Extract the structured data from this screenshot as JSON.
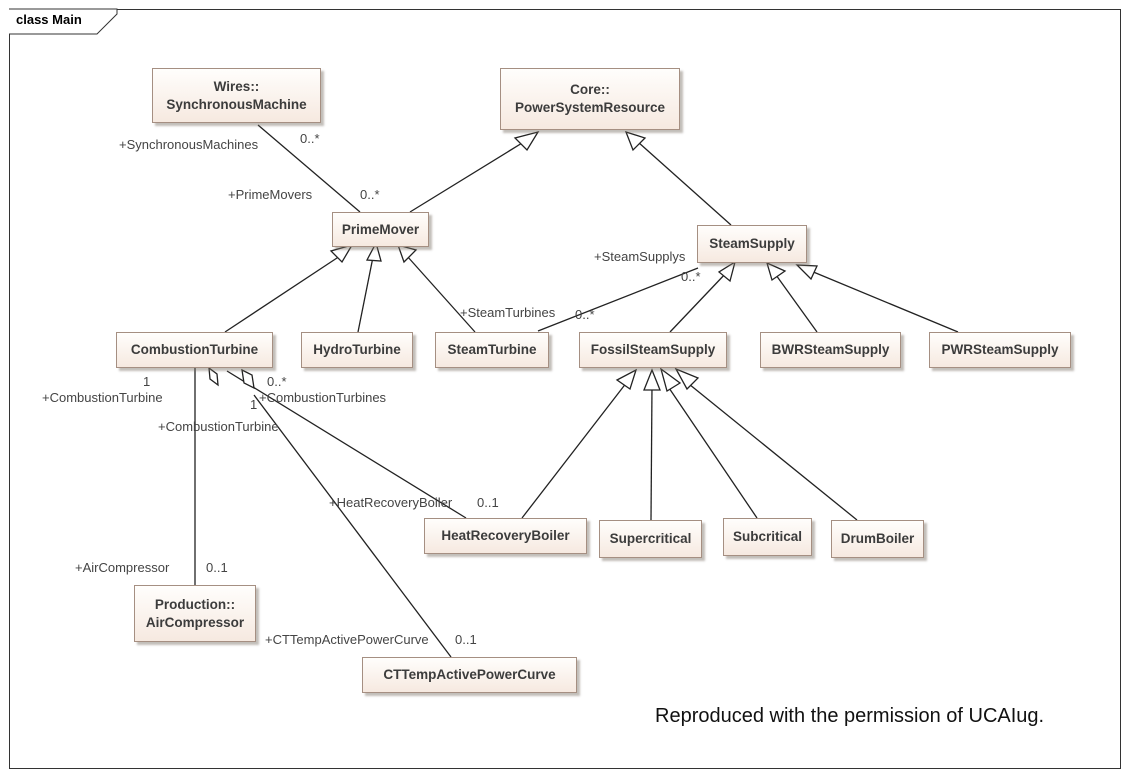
{
  "frame": {
    "title": "class Main"
  },
  "classes": {
    "sync_machine": {
      "line1": "Wires::",
      "line2": "SynchronousMachine"
    },
    "power_system_resource": {
      "line1": "Core::",
      "line2": "PowerSystemResource"
    },
    "prime_mover": "PrimeMover",
    "steam_supply": "SteamSupply",
    "combustion_turbine": "CombustionTurbine",
    "hydro_turbine": "HydroTurbine",
    "steam_turbine": "SteamTurbine",
    "fossil_steam_supply": "FossilSteamSupply",
    "bwr_steam_supply": "BWRSteamSupply",
    "pwr_steam_supply": "PWRSteamSupply",
    "heat_recovery_boiler": "HeatRecoveryBoiler",
    "supercritical": "Supercritical",
    "subcritical": "Subcritical",
    "drum_boiler": "DrumBoiler",
    "air_compressor": {
      "line1": "Production::",
      "line2": "AirCompressor"
    },
    "ct_temp_curve": "CTTempActivePowerCurve"
  },
  "labels": {
    "role_sync_machines": "+SynchronousMachines",
    "mult_sync_machines": "0..*",
    "role_prime_movers": "+PrimeMovers",
    "mult_prime_movers": "0..*",
    "role_steam_supplys": "+SteamSupplys",
    "mult_steam_supplys": "0..*",
    "role_steam_turbines": "+SteamTurbines",
    "mult_steam_turbines": "0..*",
    "mult_ct_1a": "1",
    "role_ct_a": "+CombustionTurbine",
    "mult_ct_turbines": "0..*",
    "role_ct_turbines": "+CombustionTurbines",
    "mult_ct_1b": "1",
    "role_ct_b": "+CombustionTurbine",
    "role_hrb": "+HeatRecoveryBoiler",
    "mult_hrb": "0..1",
    "role_air_compressor": "+AirCompressor",
    "mult_air_compressor": "0..1",
    "role_ct_curve": "+CTTempActivePowerCurve",
    "mult_ct_curve": "0..1"
  },
  "credit": "Reproduced with the permission of UCAIug."
}
